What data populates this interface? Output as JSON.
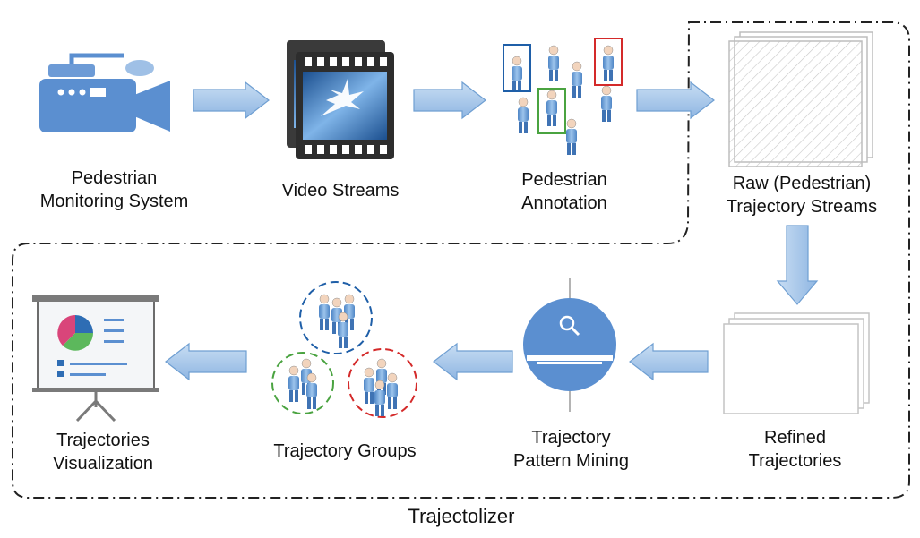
{
  "nodes": {
    "monitoring": {
      "line1": "Pedestrian",
      "line2": "Monitoring System"
    },
    "video": {
      "label": "Video Streams"
    },
    "annotation": {
      "line1": "Pedestrian",
      "line2": "Annotation"
    },
    "raw": {
      "line1": "Raw (Pedestrian)",
      "line2": "Trajectory Streams"
    },
    "refined": {
      "line1": "Refined",
      "line2": "Trajectories"
    },
    "mining": {
      "line1": "Trajectory",
      "line2": "Pattern Mining"
    },
    "groups": {
      "label": "Trajectory Groups"
    },
    "visualization": {
      "line1": "Trajectories",
      "line2": "Visualization"
    }
  },
  "system_label": "Trajectolizer",
  "colors": {
    "arrow_fill": "#a9c9ea",
    "arrow_stroke": "#6f9fd2",
    "icon_blue": "#5b8fd0",
    "box_blue": "#1f5fa8",
    "box_green": "#4aa340",
    "box_red": "#d42a2a",
    "pie_pink": "#d9457a",
    "pie_green": "#5cb85c",
    "pie_blue": "#2e6db4"
  }
}
